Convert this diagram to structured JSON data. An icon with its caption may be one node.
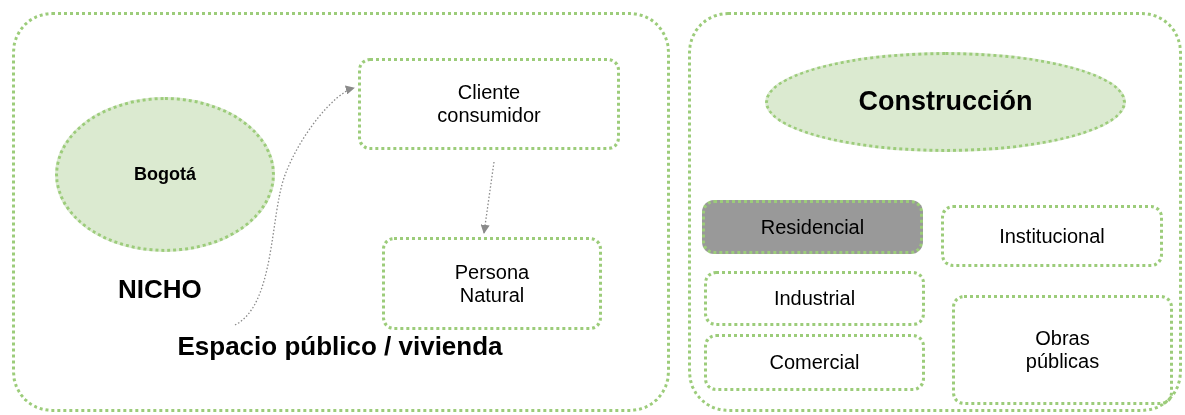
{
  "diagram": {
    "nodes": [
      {
        "text": [],
        "shape": "box"
      },
      {
        "text": [
          "Bogotá"
        ],
        "in": 0
      },
      {
        "text": [
          "Cliente consumidor"
        ],
        "in": 0
      },
      {
        "text": [
          "Persona Natural"
        ],
        "in": 0
      },
      {
        "text": [
          "Espacio público / vivienda"
        ],
        "in": 0
      },
      {
        "text": [],
        "shape": "box"
      },
      {
        "text": [
          "Construcción"
        ],
        "in": 5
      },
      {
        "text": [
          "Residencial"
        ],
        "in": 5
      },
      {
        "text": [
          "Institucional"
        ],
        "in": 5
      },
      {
        "text": [
          "Industrial"
        ],
        "in": 5
      },
      {
        "text": [
          "Comercial"
        ],
        "in": 5
      },
      {
        "text": [
          "Obras públicas"
        ],
        "in": 5
      }
    ],
    "edges": [
      {
        "from": 4,
        "to": 2,
        "arrow": "to",
        "style": "dashed"
      },
      {
        "from": 2,
        "to": 3,
        "arrow": "to",
        "style": "dashed"
      }
    ],
    "labels": [
      "NICHO"
    ]
  }
}
